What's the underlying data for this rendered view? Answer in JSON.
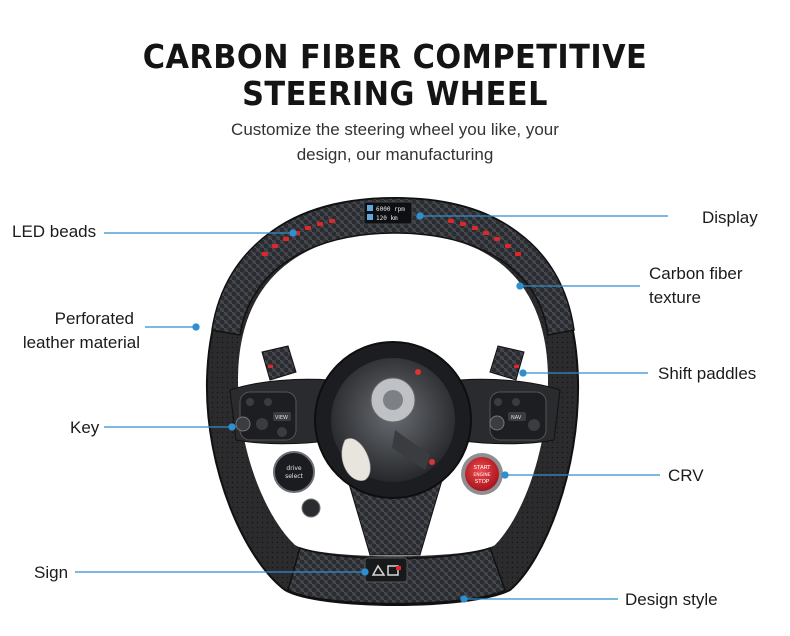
{
  "header": {
    "title_line1": "CARBON FIBER COMPETITIVE",
    "title_line2": "STEERING WHEEL",
    "subtitle_line1": "Customize the steering wheel you like, your",
    "subtitle_line2": "design, our manufacturing"
  },
  "callouts": {
    "led_beads": "LED beads",
    "display": "Display",
    "carbon_fiber_1": "Carbon fiber",
    "carbon_fiber_2": "texture",
    "perforated_1": "Perforated",
    "perforated_2": "leather material",
    "shift_paddles": "Shift paddles",
    "key": "Key",
    "crv": "CRV",
    "sign": "Sign",
    "design_style": "Design style"
  },
  "wheel": {
    "display_line1": "6000 rpm",
    "display_line2": "120 km",
    "button_view": "VIEW",
    "button_nav": "NAV",
    "drive_1": "drive",
    "drive_2": "select",
    "start_1": "START",
    "start_2": "ENGINE",
    "start_3": "STOP"
  },
  "colors": {
    "line": "#2f8fd0",
    "led": "#e0262a",
    "start_button": "#c8222b"
  }
}
